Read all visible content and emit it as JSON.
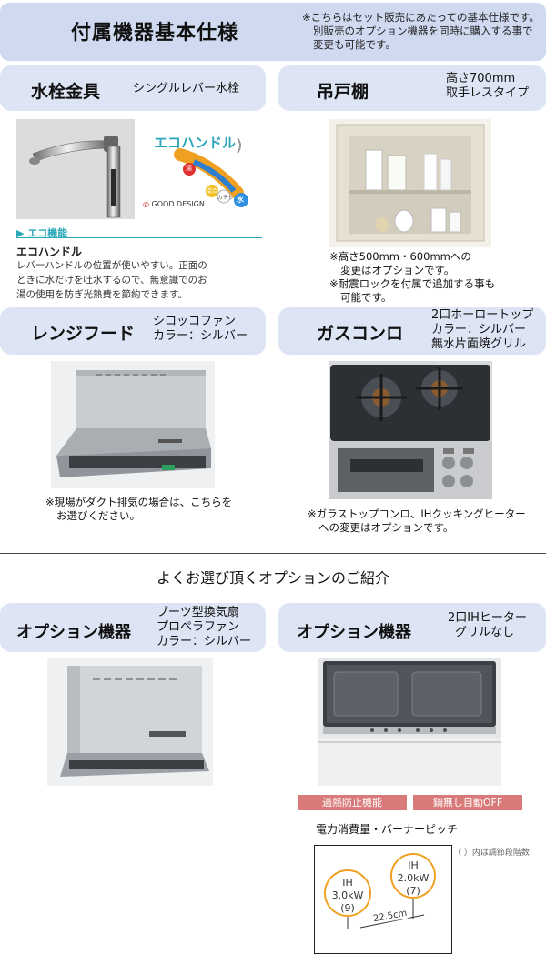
{
  "header": {
    "title": "付属機器基本仕様",
    "note": [
      "※こちらはセット販売にあたっての基本仕様です。",
      "別販売のオプション機器を同時に購入する事で",
      "変更も可能です。"
    ]
  },
  "faucet": {
    "title": "水栓金具",
    "spec": "シングルレバー水栓",
    "eco_tag": "エコ機能",
    "eco_logo": "エコハンドル",
    "good_design": "GOOD DESIGN",
    "knob_hot": "湯",
    "knob_mix": "混合",
    "knob_water": "水",
    "knob_center": "カチッ",
    "feature_title": "エコハンドル",
    "desc": [
      "レバーハンドルの位置が使いやすい。正面の",
      "ときに水だけを吐水するので、無意識でのお",
      "湯の使用を防ぎ光熱費を節約できます。"
    ]
  },
  "cabinet": {
    "title": "吊戸棚",
    "spec": [
      "高さ700mm",
      "取手レスタイプ"
    ],
    "notes": [
      "※高さ500mm・600mmへの",
      "変更はオプションです。",
      "※耐震ロックを付属で追加する事も",
      "可能です。"
    ]
  },
  "hood": {
    "title": "レンジフード",
    "spec": [
      "シロッコファン",
      "カラー：シルバー"
    ],
    "note": [
      "※現場がダクト排気の場合は、こちらを",
      "お選びください。"
    ]
  },
  "stove": {
    "title": "ガスコンロ",
    "spec": [
      "2口ホーロートップ",
      "カラー：シルバー",
      "無水片面焼グリル"
    ],
    "note": [
      "※ガラストップコンロ、IHクッキングヒーター",
      "への変更はオプションです。"
    ]
  },
  "options_heading": "よくお選び頂くオプションのご紹介",
  "option_left": {
    "title": "オプション機器",
    "spec": [
      "ブーツ型換気扇",
      "プロペラファン",
      "カラー：シルバー"
    ]
  },
  "option_right": {
    "title": "オプション機器",
    "spec": [
      "2口IHヒーター",
      "グリルなし"
    ],
    "badge_1": "過熱防止機能",
    "badge_2": "鍋無し自動OFF",
    "power_title": "電力消費量・バーナーピッチ",
    "legend": "（ ）内は調節段階数",
    "burner_left": {
      "type": "IH",
      "kw": "3.0kW",
      "steps": "(9)"
    },
    "burner_right": {
      "type": "IH",
      "kw": "2.0kW",
      "steps": "(7)"
    },
    "pitch": "22.5cm"
  },
  "colors": {
    "banner": "#cfd9f0",
    "pill": "#dde4f3",
    "badge": "#d97a7a",
    "eco": "#2aa7b8"
  },
  "icons": [
    "faucet-photo",
    "cabinet-photo",
    "range-hood-photo",
    "gas-stove-photo",
    "ih-heater-photo"
  ]
}
